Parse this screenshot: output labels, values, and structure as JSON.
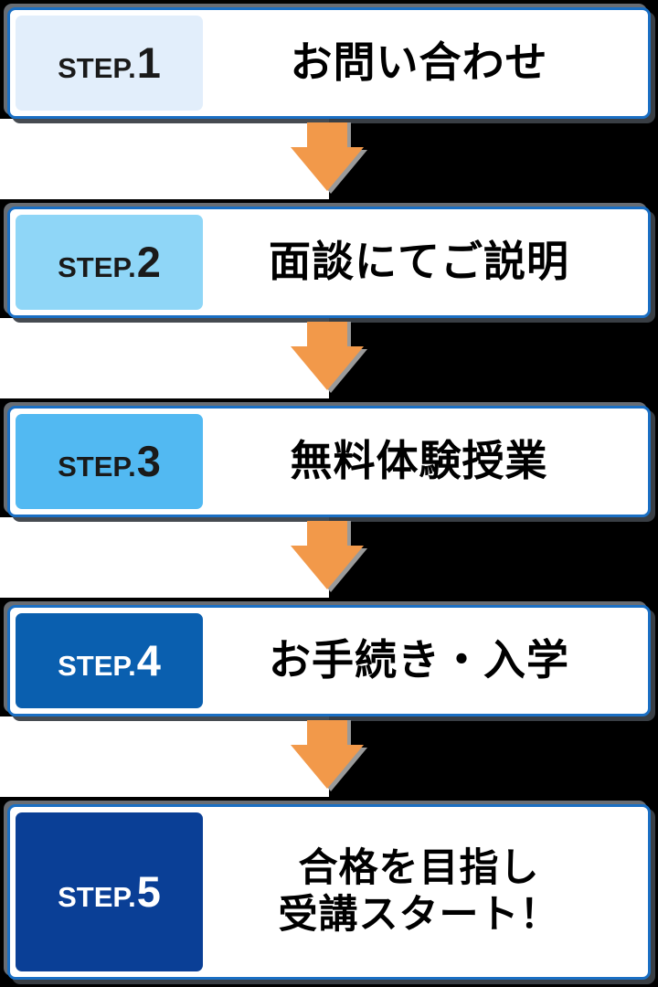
{
  "page": {
    "title": "入学までの流れ STEP 1-5",
    "background_color": "#000000",
    "gutter_left_color": "#ffffff",
    "box_border_color": "#1a6fc4",
    "box_fill_color": "#ffffff",
    "arrow_color": "#f2994a",
    "arrow_shadow_color": "#9a9a9a",
    "step_word": "STEP."
  },
  "steps": [
    {
      "number": "1",
      "badge_label": "STEP.",
      "badge_full": "STEP.1",
      "label_lines": [
        "お問い合わせ"
      ],
      "badge_bg": "#e2eefb",
      "badge_text_color": "#1a1a1a"
    },
    {
      "number": "2",
      "badge_label": "STEP.",
      "badge_full": "STEP.2",
      "label_lines": [
        "面談にてご説明"
      ],
      "badge_bg": "#8fd6f7",
      "badge_text_color": "#1a1a1a"
    },
    {
      "number": "3",
      "badge_label": "STEP.",
      "badge_full": "STEP.3",
      "label_lines": [
        "無料体験授業"
      ],
      "badge_bg": "#52b9f2",
      "badge_text_color": "#1a1a1a"
    },
    {
      "number": "4",
      "badge_label": "STEP.",
      "badge_full": "STEP.4",
      "label_lines": [
        "お手続き・入学"
      ],
      "badge_bg": "#0a5faf",
      "badge_text_color": "#ffffff"
    },
    {
      "number": "5",
      "badge_label": "STEP.",
      "badge_full": "STEP.5",
      "label_lines": [
        "合格を目指し",
        "受講スタート！"
      ],
      "badge_bg": "#0a3f96",
      "badge_text_color": "#ffffff"
    }
  ],
  "arrows": [
    {
      "name": "arrow-step1-to-step2"
    },
    {
      "name": "arrow-step2-to-step3"
    },
    {
      "name": "arrow-step3-to-step4"
    },
    {
      "name": "arrow-step4-to-step5"
    }
  ]
}
